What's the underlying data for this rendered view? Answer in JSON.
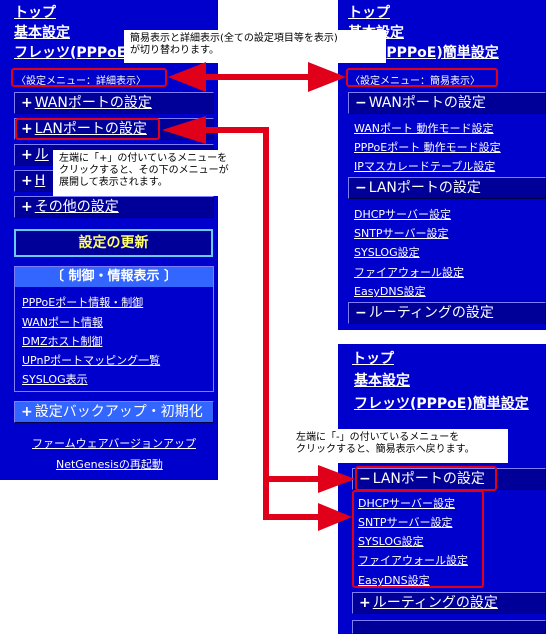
{
  "left_panel": {
    "nav": [
      "トップ",
      "基本設定",
      "フレッツ(PPPoE)"
    ],
    "menu_toggle": "〈設定メニュー：詳細表示〉",
    "menu": [
      {
        "prefix": "+",
        "label": "WANポートの設定"
      },
      {
        "prefix": "+",
        "label": "LANポートの設定"
      },
      {
        "prefix": "+",
        "label": "ル"
      },
      {
        "prefix": "+",
        "label": "H"
      },
      {
        "prefix": "+",
        "label": "その他の設定"
      }
    ],
    "update_button": "設定の更新",
    "control_section": {
      "title": "〔 制御・情報表示 〕",
      "items": [
        "PPPoEポート情報・制御",
        "WANポート情報",
        "DMZホスト制御",
        "UPnPポートマッピング一覧",
        "SYSLOG表示"
      ]
    },
    "backup_bar": {
      "prefix": "+",
      "label": "設定バックアップ・初期化"
    },
    "footer_links": [
      "ファームウェアバージョンアップ",
      "NetGenesisの再起動"
    ]
  },
  "top_right_panel": {
    "nav": [
      "トップ",
      "基本設定",
      "(PPPoE)簡単設定"
    ],
    "menu_toggle": "〈設定メニュー：簡易表示〉",
    "wan_bar": {
      "prefix": "−",
      "label": "WANポートの設定"
    },
    "wan_items": [
      "WANポート 動作モード設定",
      "PPPoEポート 動作モード設定",
      "IPマスカレードテーブル設定"
    ],
    "lan_bar": {
      "prefix": "−",
      "label": "LANポートの設定"
    },
    "lan_items": [
      "DHCPサーバー設定",
      "SNTPサーバー設定",
      "SYSLOG設定",
      "ファイアウォール設定",
      "EasyDNS設定"
    ],
    "routing_bar": {
      "prefix": "−",
      "label": "ルーティングの設定"
    }
  },
  "bottom_right_panel": {
    "nav": [
      "トップ",
      "基本設定",
      "フレッツ(PPPoE)簡単設定"
    ],
    "lan_bar": {
      "prefix": "−",
      "label": "LANポートの設定"
    },
    "lan_items": [
      "DHCPサーバー設定",
      "SNTPサーバー設定",
      "SYSLOG設定",
      "ファイアウォール設定",
      "EasyDNS設定"
    ],
    "routing_bar": {
      "prefix": "+",
      "label": "ルーティングの設定"
    }
  },
  "callouts": {
    "top": [
      "簡易表示と詳細表示(全ての設定項目等を表示)",
      "が切り替わります。"
    ],
    "middle": [
      "左端に「+」の付いているメニューを",
      "クリックすると、その下のメニューが",
      "展開して表示されます。"
    ],
    "bottom": [
      "左端に「-」の付いているメニューを",
      "クリックすると、簡易表示へ戻ります。"
    ]
  },
  "colors": {
    "panel": "#0000cc",
    "bar": "#000099",
    "highlight": "#e0001a",
    "update_text": "#ffff66"
  }
}
